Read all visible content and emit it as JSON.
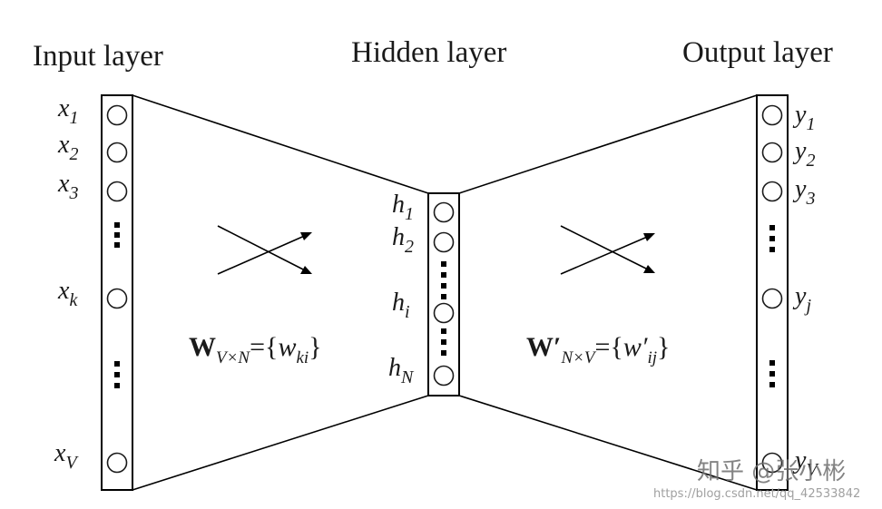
{
  "headings": {
    "input": "Input layer",
    "hidden": "Hidden layer",
    "output": "Output layer"
  },
  "input_nodes": [
    {
      "base": "x",
      "sub": "1"
    },
    {
      "base": "x",
      "sub": "2"
    },
    {
      "base": "x",
      "sub": "3"
    },
    {
      "base": "x",
      "sub": "k"
    },
    {
      "base": "x",
      "sub": "V"
    }
  ],
  "hidden_nodes": [
    {
      "base": "h",
      "sub": "1"
    },
    {
      "base": "h",
      "sub": "2"
    },
    {
      "base": "h",
      "sub": "i"
    },
    {
      "base": "h",
      "sub": "N"
    }
  ],
  "output_nodes": [
    {
      "base": "y",
      "sub": "1"
    },
    {
      "base": "y",
      "sub": "2"
    },
    {
      "base": "y",
      "sub": "3"
    },
    {
      "base": "y",
      "sub": "j"
    },
    {
      "base": "y",
      "sub": "V"
    }
  ],
  "weights_in": {
    "symbol": "W",
    "sub": "V×N",
    "eq": "={",
    "elem": "w",
    "elem_sub": "ki",
    "close": "}"
  },
  "weights_out": {
    "symbol": "W′",
    "sub": "N×V",
    "eq": "={",
    "elem": "w′",
    "elem_sub": "ij",
    "close": "}"
  },
  "watermark": {
    "main": "知乎 @张小彬",
    "url": "https://blog.csdn.net/qq_42533842"
  }
}
